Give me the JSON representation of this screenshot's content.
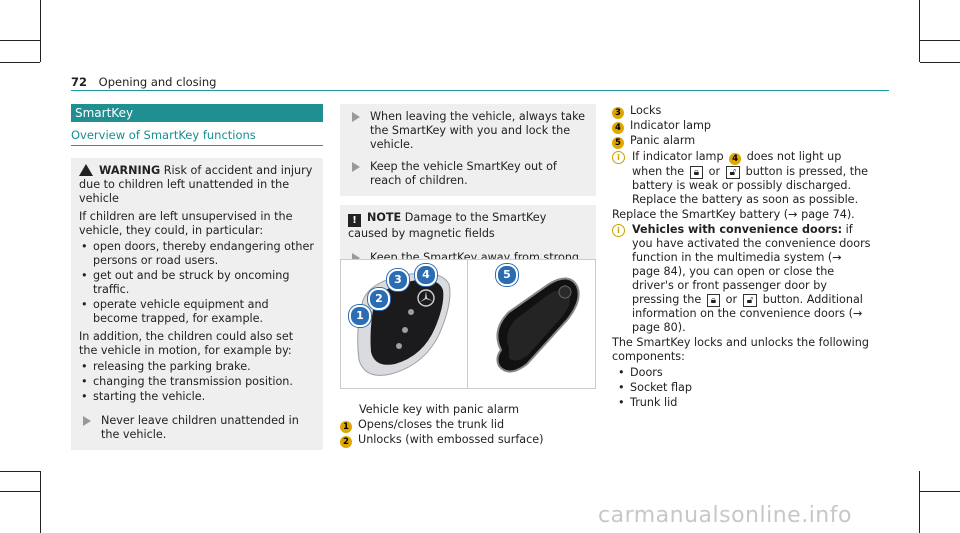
{
  "header": {
    "page_number": "72",
    "section": "Opening and closing"
  },
  "col1": {
    "bar": "SmartKey",
    "subhead": "Overview of SmartKey functions",
    "warning": {
      "label": "WARNING",
      "text": "Risk of accident and injury due to children left unattended in the vehicle"
    },
    "para1": "If children are left unsupervised in the vehicle, they could, in particular:",
    "list1": [
      "open doors, thereby endangering other persons or road users.",
      "get out and be struck by oncoming traffic.",
      "operate vehicle equipment and become trapped, for example."
    ],
    "para2": "In addition, the children could also set the vehicle in motion, for example by:",
    "list2": [
      "releasing the parking brake.",
      "changing the transmission position.",
      "starting the vehicle."
    ],
    "action": "Never leave children unattended in the vehicle."
  },
  "col2": {
    "action1": "When leaving the vehicle, always take the SmartKey with you and lock the vehicle.",
    "action2": "Keep the vehicle SmartKey out of reach of children.",
    "note": {
      "label": "NOTE",
      "text": "Damage to the SmartKey caused by magnetic fields"
    },
    "action3": "Keep the SmartKey away from strong magnetic fields.",
    "figure": {
      "callouts": [
        "1",
        "2",
        "3",
        "4",
        "5"
      ]
    },
    "caption": "Vehicle key with panic alarm",
    "legend": [
      {
        "num": "1",
        "text": "Opens/closes the trunk lid"
      },
      {
        "num": "2",
        "text": "Unlocks (with embossed surface)"
      }
    ]
  },
  "col3": {
    "legend": [
      {
        "num": "3",
        "text": "Locks"
      },
      {
        "num": "4",
        "text": "Indicator lamp"
      },
      {
        "num": "5",
        "text": "Panic alarm"
      }
    ],
    "info1": {
      "a": "If indicator lamp",
      "num": "4",
      "b": "does not light up when the",
      "or": "or",
      "c": "button is pressed, the battery is weak or possibly discharged. Replace the battery as soon as possible."
    },
    "replace": "Replace the SmartKey battery (→ page 74).",
    "info2": {
      "label": "Vehicles with convenience doors:",
      "a": "if you have activated the convenience doors function in the multimedia system (→ page 84), you can open or close the driver's or front passenger door by pressing the",
      "or": "or",
      "b": "button. Additional information on the convenience doors (→ page 80)."
    },
    "para": "The SmartKey locks and unlocks the following components:",
    "list": [
      "Doors",
      "Socket flap",
      "Trunk lid"
    ]
  },
  "watermark": "carmanualsonline.info",
  "colors": {
    "accent": "#1f8f92",
    "callout": "#2c6cb3",
    "legend_dot": "#e0a700"
  }
}
